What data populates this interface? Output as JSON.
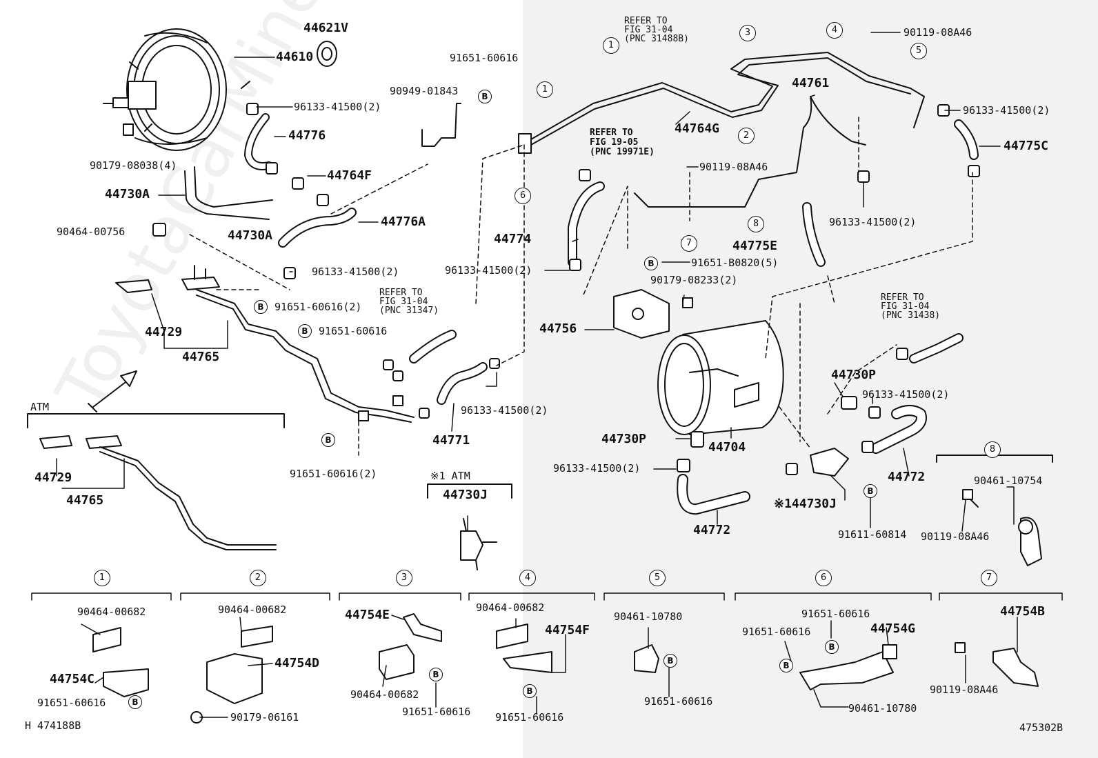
{
  "watermark": "ToyotaCarMine.ru",
  "codes": {
    "left": "H 474188B",
    "right": "475302B"
  },
  "labels": {
    "p44621V": "44621V",
    "p44610": "44610",
    "p96133_a": "96133-41500(2)",
    "p90179_08038": "90179-08038(4)",
    "p44776": "44776",
    "p44764F": "44764F",
    "p44730A_1": "44730A",
    "p44730A_2": "44730A",
    "p90464_00756": "90464-00756",
    "p44776A": "44776A",
    "p96133_b": "96133-41500(2)",
    "p91651_60616_top": "91651-60616",
    "p90949_01843": "90949-01843",
    "p44729_a": "44729",
    "p44765_a": "44765",
    "p91651_60616_2a": "91651-60616(2)",
    "p91651_60616_c": "91651-60616",
    "p96133_c": "96133-41500(2)",
    "p44771": "44771",
    "p91651_60616_2b": "91651-60616(2)",
    "atm_label": "ATM",
    "p44729_b": "44729",
    "p44765_b": "44765",
    "atm1_label": "※1 ATM",
    "p44730J_a": "44730J",
    "p44764G": "44764G",
    "p44761": "44761",
    "p90119_a": "90119-08A46",
    "p96133_d": "96133-41500(2)",
    "p44775C": "44775C",
    "p90119_b": "90119-08A46",
    "p96133_e": "96133-41500(2)",
    "p44774": "44774",
    "p44775E": "44775E",
    "p96133_f": "96133-41500(2)",
    "p91651_B0820": "91651-B0820(5)",
    "p90179_08233": "90179-08233(2)",
    "p44756": "44756",
    "p44730P_a": "44730P",
    "p96133_g": "96133-41500(2)",
    "p44730P_b": "44730P",
    "p44704": "44704",
    "p96133_h": "96133-41500(2)",
    "p44772_a": "44772",
    "p44730J_b": "※144730J",
    "p91611_60814": "91611-60814",
    "p44772_b": "44772",
    "p90461_10754": "90461-10754",
    "p90119_c": "90119-08A46",
    "s1_90464": "90464-00682",
    "s1_44754C": "44754C",
    "s1_91651": "91651-60616",
    "s2_90464": "90464-00682",
    "s2_44754D": "44754D",
    "s2_90179": "90179-06161",
    "s3_44754E": "44754E",
    "s3_90464": "90464-00682",
    "s3_91651": "91651-60616",
    "s4_90464": "90464-00682",
    "s4_44754F": "44754F",
    "s4_91651": "91651-60616",
    "s5_90461": "90461-10780",
    "s5_91651": "91651-60616",
    "s6_91651_a": "91651-60616",
    "s6_91651_b": "91651-60616",
    "s6_44754G": "44754G",
    "s6_90461": "90461-10780",
    "s7_44754B": "44754B",
    "s7_90119": "90119-08A46"
  },
  "refs": {
    "r1": [
      "REFER TO",
      "FIG 31-04",
      "(PNC 31488B)"
    ],
    "r2": [
      "REFER TO",
      "FIG 19-05",
      "(PNC 19971E)"
    ],
    "r3": [
      "REFER TO",
      "FIG 31-04",
      "(PNC 31347)"
    ],
    "r4": [
      "REFER TO",
      "FIG 31-04",
      "(PNC 31438)"
    ]
  },
  "callouts": {
    "c1a": "1",
    "c1b": "1",
    "c2": "2",
    "c3": "3",
    "c4": "4",
    "c5": "5",
    "c6": "6",
    "c7": "7",
    "c8": "8",
    "c8s": "8",
    "s1": "1",
    "s2": "2",
    "s3": "3",
    "s4": "4",
    "s5": "5",
    "s6": "6",
    "s7": "7"
  },
  "bmark": "B"
}
